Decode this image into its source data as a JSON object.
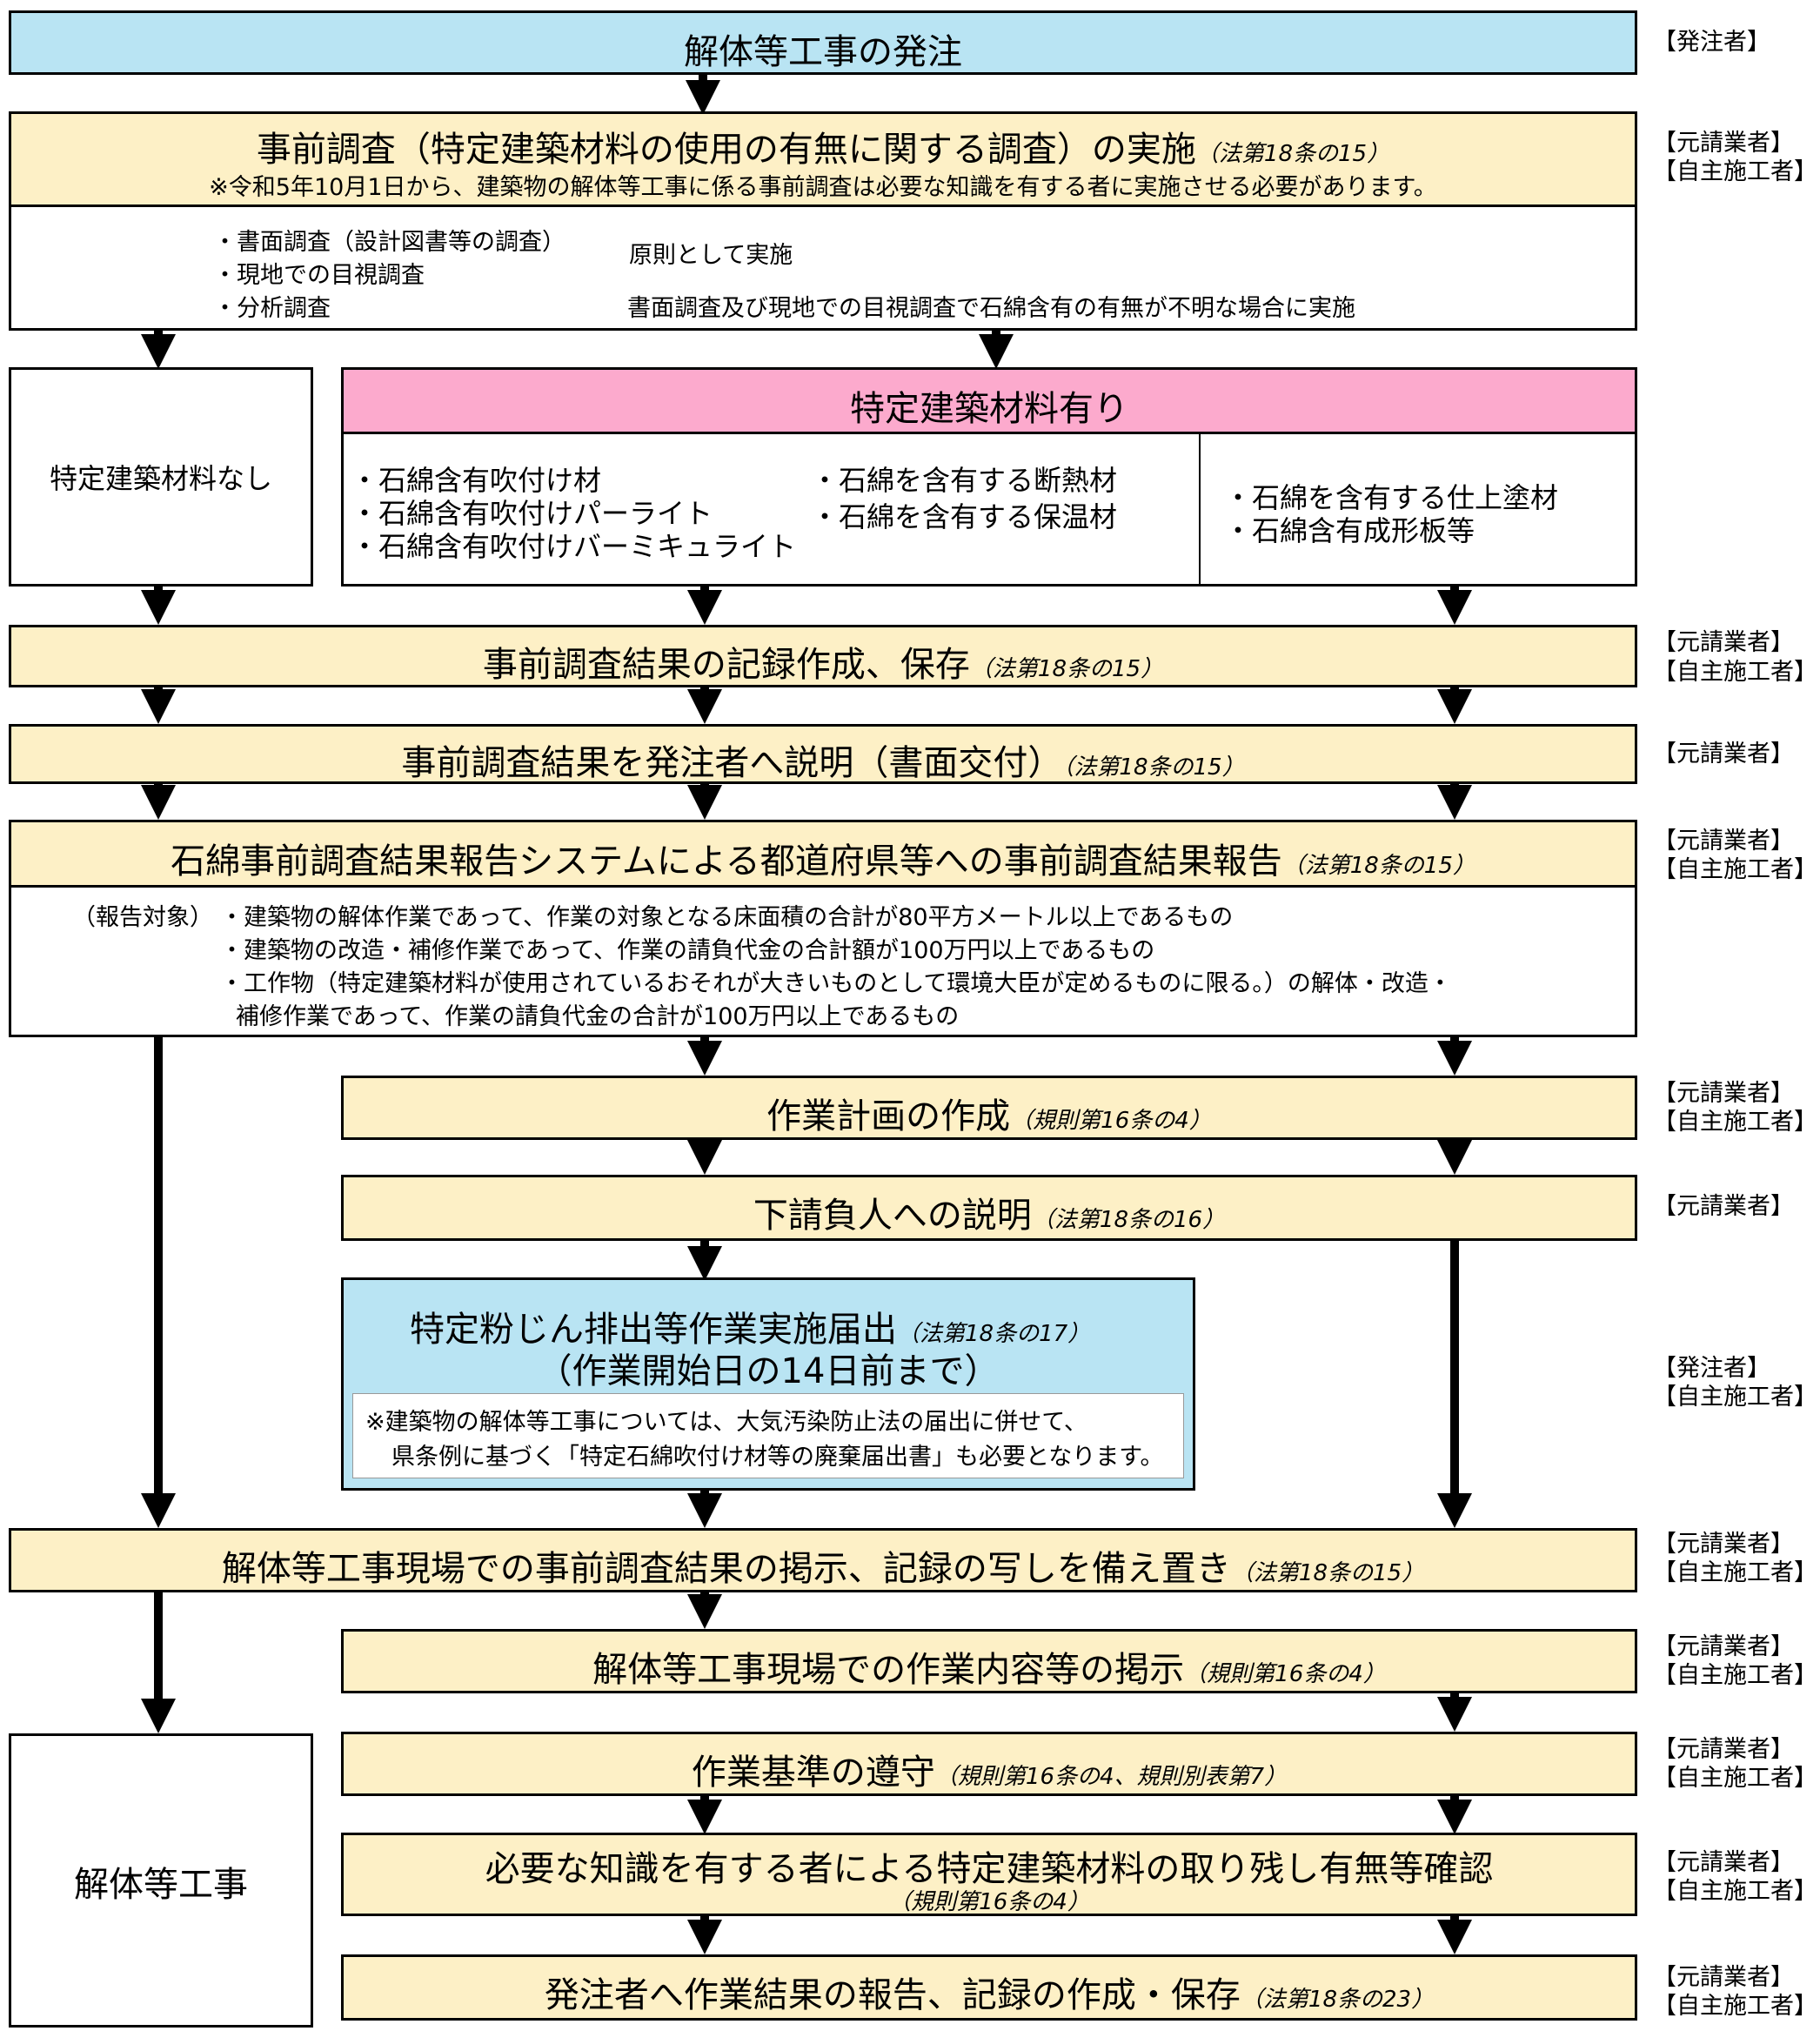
{
  "roles": {
    "orderer": "【発注者】",
    "prime": "【元請業者】",
    "self": "【自主施工者】"
  },
  "step_order": {
    "title": "解体等工事の発注"
  },
  "step_survey": {
    "title": "事前調査（特定建築材料の使用の有無に関する調査）の実施",
    "ref": "（法第18条の15）",
    "note": "※令和5年10月1日から、建築物の解体等工事に係る事前調査は必要な知識を有する者に実施させる必要があります。",
    "item1": "・書面調査（設計図書等の調査）",
    "item2": "・現地での目視調査",
    "item3": "・分析調査",
    "principle": "原則として実施",
    "analysis_note": "書面調査及び現地での目視調査で石綿含有の有無が不明な場合に実施"
  },
  "no_material": {
    "label": "特定建築材料なし"
  },
  "has_material": {
    "title": "特定建築材料有り",
    "col1": [
      "・石綿含有吹付け材",
      "・石綿含有吹付けパーライト",
      "・石綿含有吹付けバーミキュライト"
    ],
    "col2": [
      "・石綿を含有する断熱材",
      "・石綿を含有する保温材"
    ],
    "col3": [
      "・石綿を含有する仕上塗材",
      "・石綿含有成形板等"
    ]
  },
  "step_record": {
    "title": "事前調査結果の記録作成、保存",
    "ref": "（法第18条の15）"
  },
  "step_explain": {
    "title": "事前調査結果を発注者へ説明（書面交付）",
    "ref": "（法第18条の15）"
  },
  "step_report": {
    "title": "石綿事前調査結果報告システムによる都道府県等への事前調査結果報告",
    "ref": "（法第18条の15）",
    "label": "（報告対象）",
    "line1": "・建築物の解体作業であって、作業の対象となる床面積の合計が80平方メートル以上であるもの",
    "line2": "・建築物の改造・補修作業であって、作業の請負代金の合計額が100万円以上であるもの",
    "line3": "・工作物（特定建築材料が使用されているおそれが大きいものとして環境大臣が定めるものに限る。）の解体・改造・",
    "line4": "補修作業であって、作業の請負代金の合計が100万円以上であるもの"
  },
  "step_plan": {
    "title": "作業計画の作成",
    "ref": "（規則第16条の4）"
  },
  "step_sub": {
    "title": "下請負人への説明",
    "ref": "（法第18条の16）"
  },
  "step_notify": {
    "title": "特定粉じん排出等作業実施届出",
    "ref": "（法第18条の17）",
    "deadline": "（作業開始日の14日前まで）",
    "note1": "※建築物の解体等工事については、大気汚染防止法の届出に併せて、",
    "note2": "県条例に基づく「特定石綿吹付け材等の廃棄届出書」も必要となります。"
  },
  "step_post": {
    "title": "解体等工事現場での事前調査結果の掲示、記録の写しを備え置き",
    "ref": "（法第18条の15）"
  },
  "step_post2": {
    "title": "解体等工事現場での作業内容等の掲示",
    "ref": "（規則第16条の4）"
  },
  "step_standard": {
    "title": "作業基準の遵守",
    "ref": "（規則第16条の4、規則別表第7）"
  },
  "step_check": {
    "title": "必要な知識を有する者による特定建築材料の取り残し有無等確認",
    "ref": "（規則第16条の4）"
  },
  "step_final": {
    "title": "発注者へ作業結果の報告、記録の作成・保存",
    "ref": "（法第18条の23）"
  },
  "demolition": {
    "label": "解体等工事"
  }
}
